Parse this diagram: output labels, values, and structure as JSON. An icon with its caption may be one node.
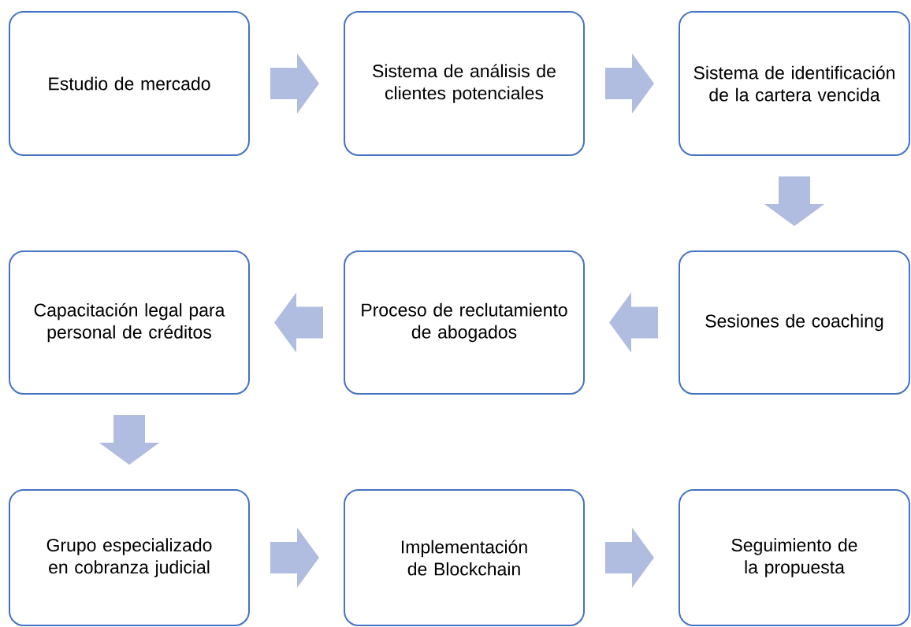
{
  "diagram": {
    "nodes": [
      {
        "text": [
          "Estudio de mercado"
        ]
      },
      {
        "text": [
          "Sistema de análisis de clientes potenciales"
        ]
      },
      {
        "text": [
          "Sistema de identificación de la cartera vencida"
        ]
      },
      {
        "text": [
          "Sesiones de coaching"
        ]
      },
      {
        "text": [
          "Proceso de reclutamiento de abogados"
        ]
      },
      {
        "text": [
          "Capacitación legal para personal de créditos"
        ]
      },
      {
        "text": [
          "Grupo especializado en cobranza judicial"
        ]
      },
      {
        "text": [
          "Implementación de Blockchain"
        ]
      },
      {
        "text": [
          "Seguimiento de la propuesta"
        ]
      }
    ],
    "edges": [
      {
        "from": 0,
        "to": 1,
        "arrow": "to"
      },
      {
        "from": 1,
        "to": 2,
        "arrow": "to"
      },
      {
        "from": 2,
        "to": 3,
        "arrow": "to"
      },
      {
        "from": 3,
        "to": 4,
        "arrow": "to"
      },
      {
        "from": 4,
        "to": 5,
        "arrow": "to"
      },
      {
        "from": 5,
        "to": 6,
        "arrow": "to"
      },
      {
        "from": 6,
        "to": 7,
        "arrow": "to"
      },
      {
        "from": 7,
        "to": 8,
        "arrow": "to"
      }
    ]
  }
}
